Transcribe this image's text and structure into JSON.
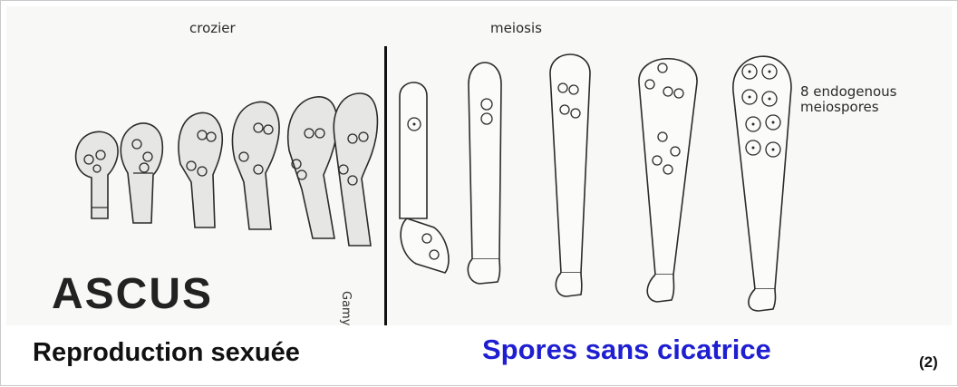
{
  "labels": {
    "crozier": "crozier",
    "meiosis": "meiosis",
    "endogenous": "8 endogenous\nmeiospores",
    "ascus": "ASCUS",
    "credit": "Gamy"
  },
  "captions": {
    "left": "Reproduction sexuée",
    "right": "Spores sans cicatrice",
    "ref": "(2)"
  },
  "colors": {
    "caption_right": "#1f1fd1",
    "ink": "#2b2b2b"
  }
}
